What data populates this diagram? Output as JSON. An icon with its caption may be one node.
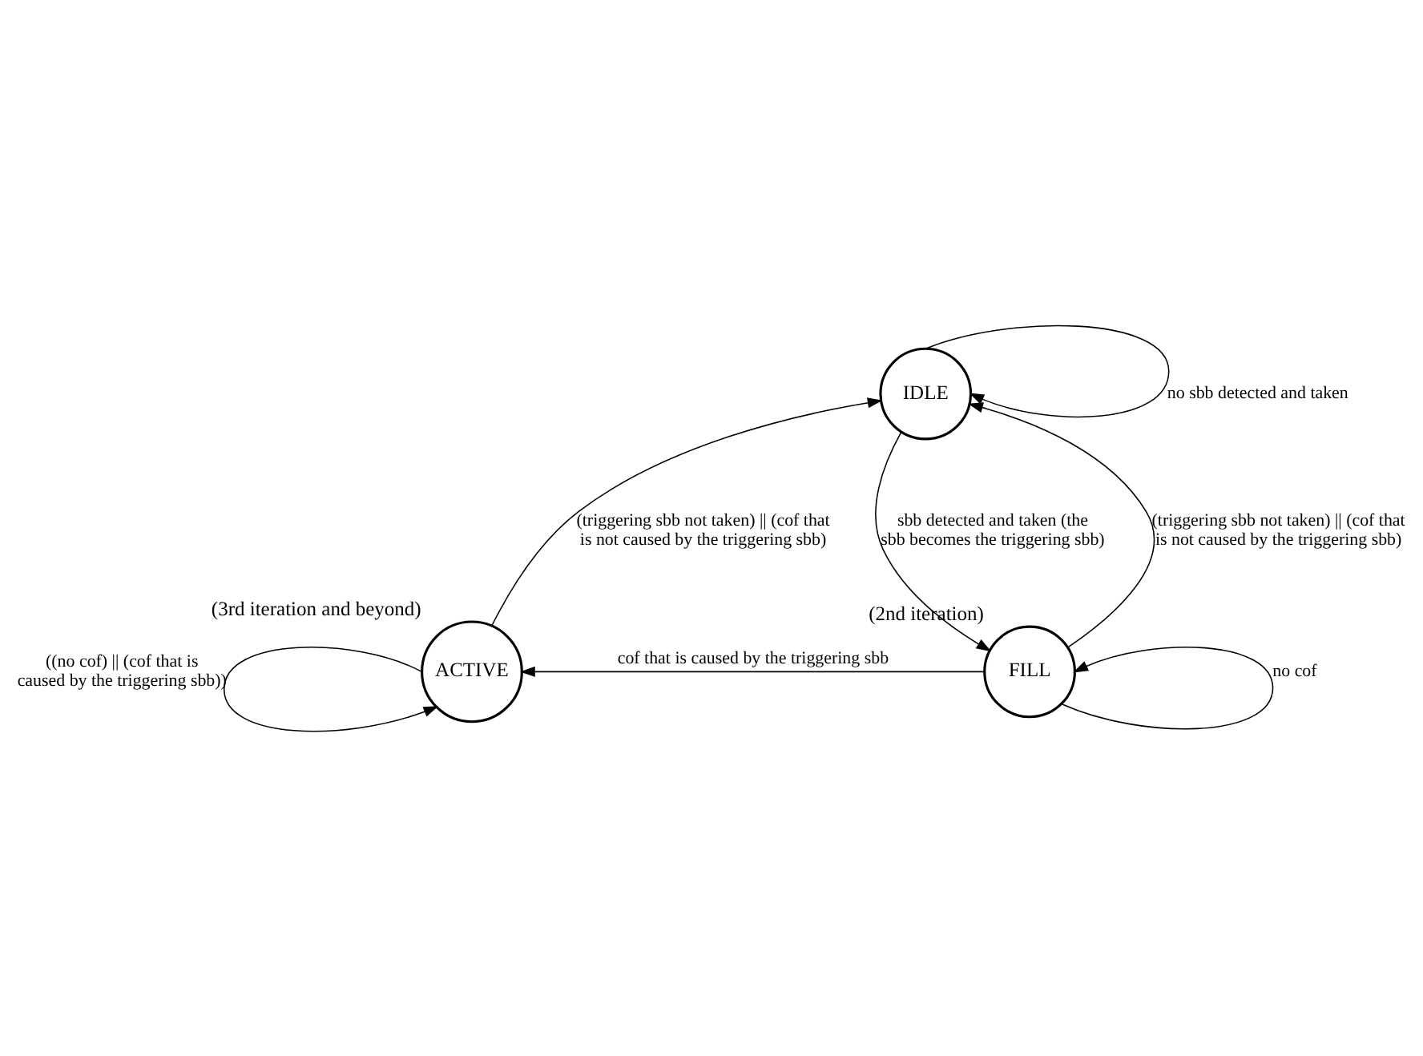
{
  "diagram": {
    "nodes": [
      {
        "text": [
          "IDLE"
        ]
      },
      {
        "text": [
          "ACTIVE"
        ],
        "beside": [
          "(3rd iteration and beyond)"
        ]
      },
      {
        "text": [
          "FILL"
        ],
        "beside": [
          "(2nd iteration)"
        ]
      }
    ],
    "edges": [
      {
        "from": 0,
        "to": 0,
        "arrow": "to",
        "label": "no sbb detected and taken"
      },
      {
        "from": 0,
        "to": 2,
        "arrow": "to",
        "label": "sbb detected and taken (the sbb becomes the triggering sbb)"
      },
      {
        "from": 2,
        "to": 0,
        "arrow": "to",
        "label": "(triggering sbb not taken) || (cof that is not caused by the triggering sbb)"
      },
      {
        "from": 1,
        "to": 0,
        "arrow": "to",
        "label": "(triggering sbb not taken) || (cof that is not caused by the triggering sbb)"
      },
      {
        "from": 2,
        "to": 1,
        "arrow": "to",
        "label": "cof that is caused by the triggering sbb"
      },
      {
        "from": 1,
        "to": 1,
        "arrow": "to",
        "label": "((no cof) || (cof that is caused by the triggering sbb))"
      },
      {
        "from": 2,
        "to": 2,
        "arrow": "to",
        "label": "no cof"
      }
    ]
  }
}
